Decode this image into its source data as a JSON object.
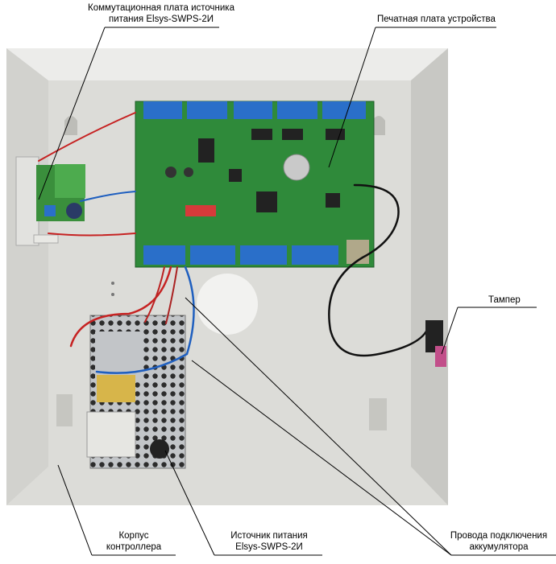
{
  "labels": {
    "comm_board": {
      "line1": "Коммутационная плата источника",
      "line2": "питания Elsys-SWPS-2И"
    },
    "pcb": {
      "line1": "Печатная плата устройства"
    },
    "tamper": {
      "line1": "Тампер"
    },
    "housing": {
      "line1": "Корпус",
      "line2": "контроллера"
    },
    "psu": {
      "line1": "Источник питания",
      "line2": "Elsys-SWPS-2И"
    },
    "battery_wires": {
      "line1": "Провода подключения",
      "line2": "аккумулятора"
    }
  },
  "colors": {
    "enclosure": "#d9d9d6",
    "pcb_green": "#2f8a3a",
    "terminal_blue": "#2a6fc9",
    "psu_grey": "#b9bcbf",
    "leader_line": "#000000"
  }
}
